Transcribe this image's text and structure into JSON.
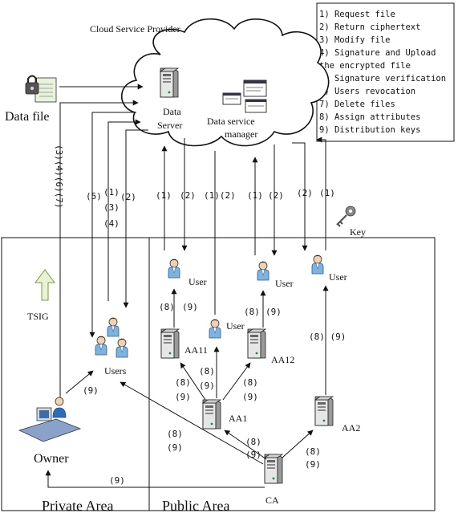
{
  "cloud_label": "Cloud Service Provider",
  "data_server_line1": "Data",
  "data_server_line2": "Server",
  "dsm_line1": "Data service",
  "dsm_line2": "manager",
  "data_file": "Data file",
  "tsig": "TSIG",
  "key": "Key",
  "user": "User",
  "users": "Users",
  "owner": "Owner",
  "aa11": "AA11",
  "aa12": "AA12",
  "aa1": "AA1",
  "aa2": "AA2",
  "ca": "CA",
  "private_area": "Private Area",
  "public_area": "Public Area",
  "legend": [
    "1) Request file",
    "2) Return ciphertext",
    "3) Modify file",
    "4) Signature and Upload",
    "the encrypted file",
    "5) Signature verification",
    "6) Users revocation",
    "7) Delete files",
    "8) Assign attributes",
    "9) Distribution keys"
  ],
  "steps": {
    "s1": "(1)",
    "s2": "(2)",
    "s3": "(3)",
    "s4": "(4)",
    "s5": "(5)",
    "s8": "(8)",
    "s9": "(9)",
    "s12": "(1)(2)",
    "s89": "(8) (9)",
    "s3467": "(3)(4)(6)(7)"
  },
  "colors": {
    "person_body": "#7fb3df",
    "server_body": "#e4e4e4",
    "tsig_fill": "#e9f2d6",
    "tsig_stroke": "#7a9a3a"
  }
}
